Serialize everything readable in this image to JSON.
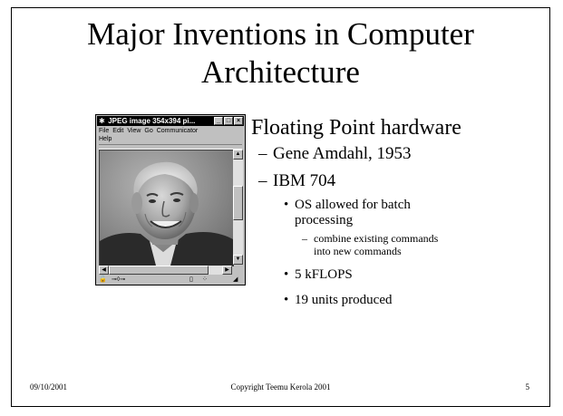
{
  "title": {
    "line1": "Major Inventions in Computer",
    "line2": "Architecture"
  },
  "viewer": {
    "window_title": "JPEG image 354x394 pi...",
    "title_buttons": [
      "_",
      "□",
      "×"
    ],
    "menu": [
      "File",
      "Edit",
      "View",
      "Go",
      "Communicator"
    ],
    "menu_row2": [
      "Help"
    ],
    "photo_icon": "portrait-photo"
  },
  "bullets": {
    "main": "Floating Point hardware",
    "sub1": "Gene Amdahl, 1953",
    "sub2": "IBM 704",
    "sub2_items": {
      "item1_line1": "OS allowed for batch",
      "item1_line2": "processing",
      "item1_sub_line1": "combine existing commands",
      "item1_sub_line2": "into new commands",
      "item2": "5 kFLOPS",
      "item3": "19 units produced"
    }
  },
  "footer": {
    "date": "09/10/2001",
    "copyright": "Copyright Teemu Kerola 2001",
    "page": "5"
  }
}
